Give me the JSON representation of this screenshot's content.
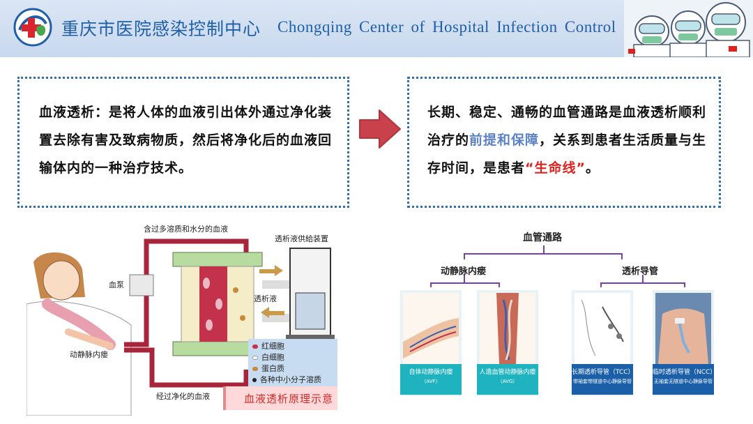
{
  "header": {
    "title_cn": "重庆市医院感染控制中心",
    "title_en": "Chongqing Center of Hospital Infection Control"
  },
  "left_box": {
    "text": "血液透析：是将人体的血液引出体外通过净化装置去除有害及致病物质，然后将净化后的血液回输体内的一种治疗技术。"
  },
  "right_box": {
    "part1": "长期、稳定、通畅的血管通路是血液透析顺利治疗的",
    "highlight_blue": "前提和保障",
    "part2": "，关系到患者生活质量与生存时间，是患者",
    "highlight_red": "“生命线”",
    "part3": "。"
  },
  "dialysis_diagram": {
    "label_top": "含过多溶质和水分的血液",
    "label_supply": "透析液供給装置",
    "label_pump": "血泵",
    "label_dialysate": "透析液",
    "label_avf": "动静脉内瘘",
    "label_bottom": "经过净化的血液",
    "legend": [
      "红细胞",
      "白细胞",
      "蛋白质",
      "各种中小分子溶质"
    ],
    "caption": "血液透析原理示意"
  },
  "access_tree": {
    "root": "血管通路",
    "branch_left": "动静脉内瘘",
    "branch_right": "透析导管",
    "cards": [
      {
        "title": "自体动静脉内瘘",
        "sub": "（AVF）"
      },
      {
        "title": "人造血管动静脉内瘘",
        "sub": "（AVG）"
      },
      {
        "title": "长期透析导管（TCC）",
        "sub": "带袖套带隧道中心静脉导管"
      },
      {
        "title": "临时透析导管（NCC）",
        "sub": "无袖套无隧道中心静脉导管"
      }
    ]
  },
  "colors": {
    "brand_blue": "#1f5fa8",
    "border_blue": "#2f6fb0",
    "highlight_blue": "#5b82c5",
    "highlight_red": "#e0221f",
    "arrow_red": "#c9414a",
    "tree_purple": "#7b3fa8"
  }
}
